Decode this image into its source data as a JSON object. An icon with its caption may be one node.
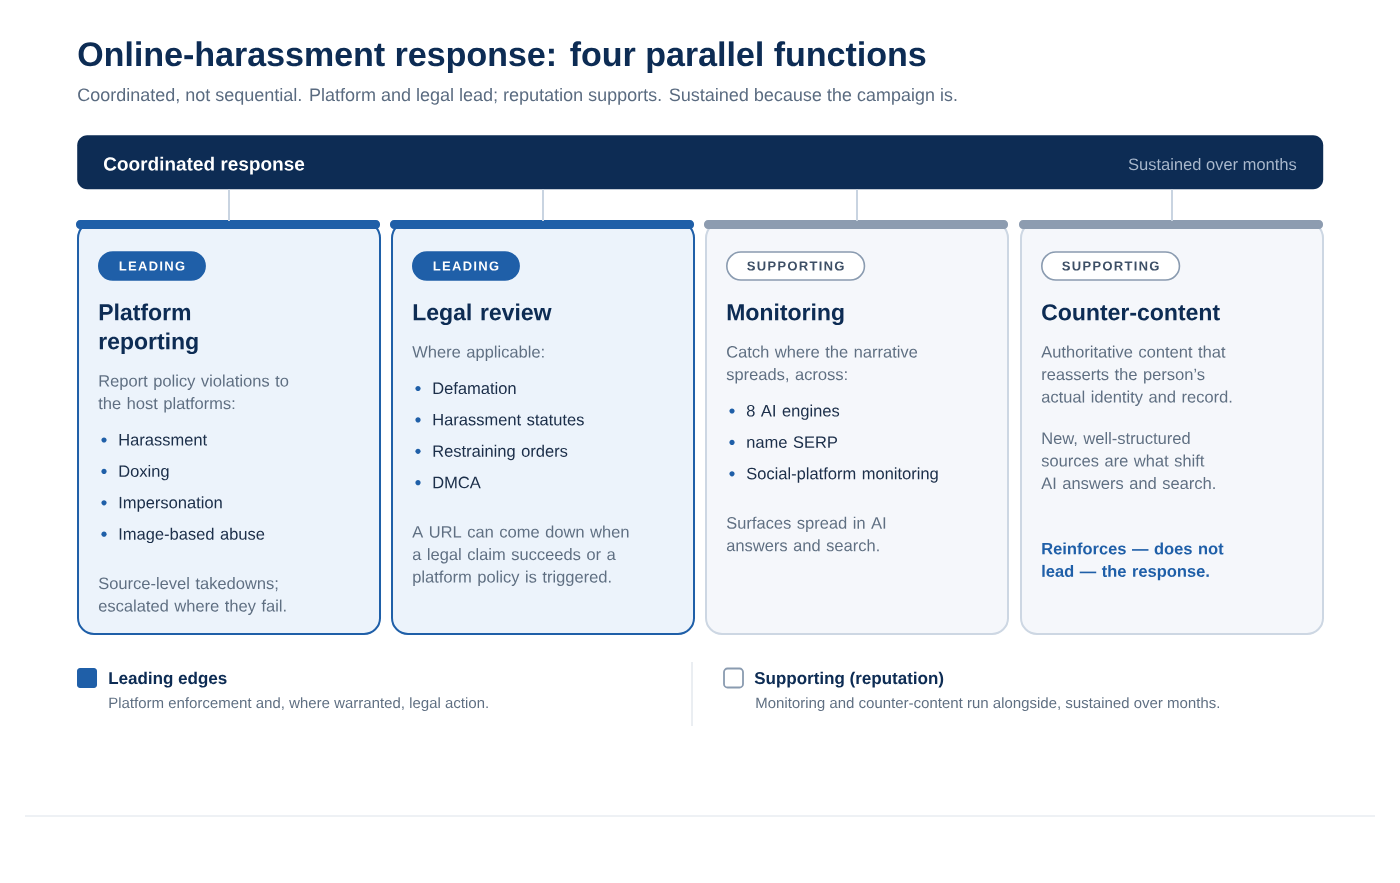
{
  "diagram": {
    "title": "Online-harassment response: four parallel functions",
    "nodes": [
      {
        "text": [
          "Coordinated response",
          "Sustained over months"
        ]
      },
      {
        "text": [
          "Platform reporting",
          "Report policy violations to the host platforms:",
          "Harassment",
          "Doxing",
          "Impersonation",
          "Image-based abuse",
          "Source-level takedowns; escalated where they fail."
        ]
      },
      {
        "text": [
          "LEADING"
        ],
        "in": 1
      },
      {
        "text": [
          "Legal review",
          "Where applicable:",
          "Defamation",
          "Harassment statutes",
          "Restraining orders",
          "DMCA",
          "A URL can come down when a legal claim succeeds or a platform policy is triggered."
        ]
      },
      {
        "text": [
          "LEADING"
        ],
        "in": 3
      },
      {
        "text": [
          "Monitoring",
          "Catch where the narrative spreads, across:",
          "8 AI engines",
          "name SERP",
          "Social-platform monitoring",
          "Surfaces spread in AI answers and search."
        ]
      },
      {
        "text": [
          "SUPPORTING"
        ],
        "in": 5
      },
      {
        "text": [
          "Counter-content",
          "Authoritative content that reasserts the person’s actual identity and record.",
          "New, well-structured sources are what shift AI answers and search.",
          "Reinforces — does not lead — the response."
        ]
      },
      {
        "text": [
          "SUPPORTING"
        ],
        "in": 7
      }
    ],
    "edges": [
      {
        "from": 0,
        "to": 1,
        "arrow": "none"
      },
      {
        "from": 0,
        "to": 3,
        "arrow": "none"
      },
      {
        "from": 0,
        "to": 5,
        "arrow": "none"
      },
      {
        "from": 0,
        "to": 7,
        "arrow": "none"
      }
    ],
    "labels": [
      "Coordinated, not sequential. Platform and legal lead; reputation supports. Sustained because the campaign is.",
      "Platform enforcement and, where warranted, legal action.",
      "Monitoring and counter-content run alongside, sustained over months."
    ],
    "legend": [
      {
        "text": "Leading edges",
        "color": "#1f5fa8"
      },
      {
        "text": "Supporting (reputation)"
      }
    ]
  }
}
